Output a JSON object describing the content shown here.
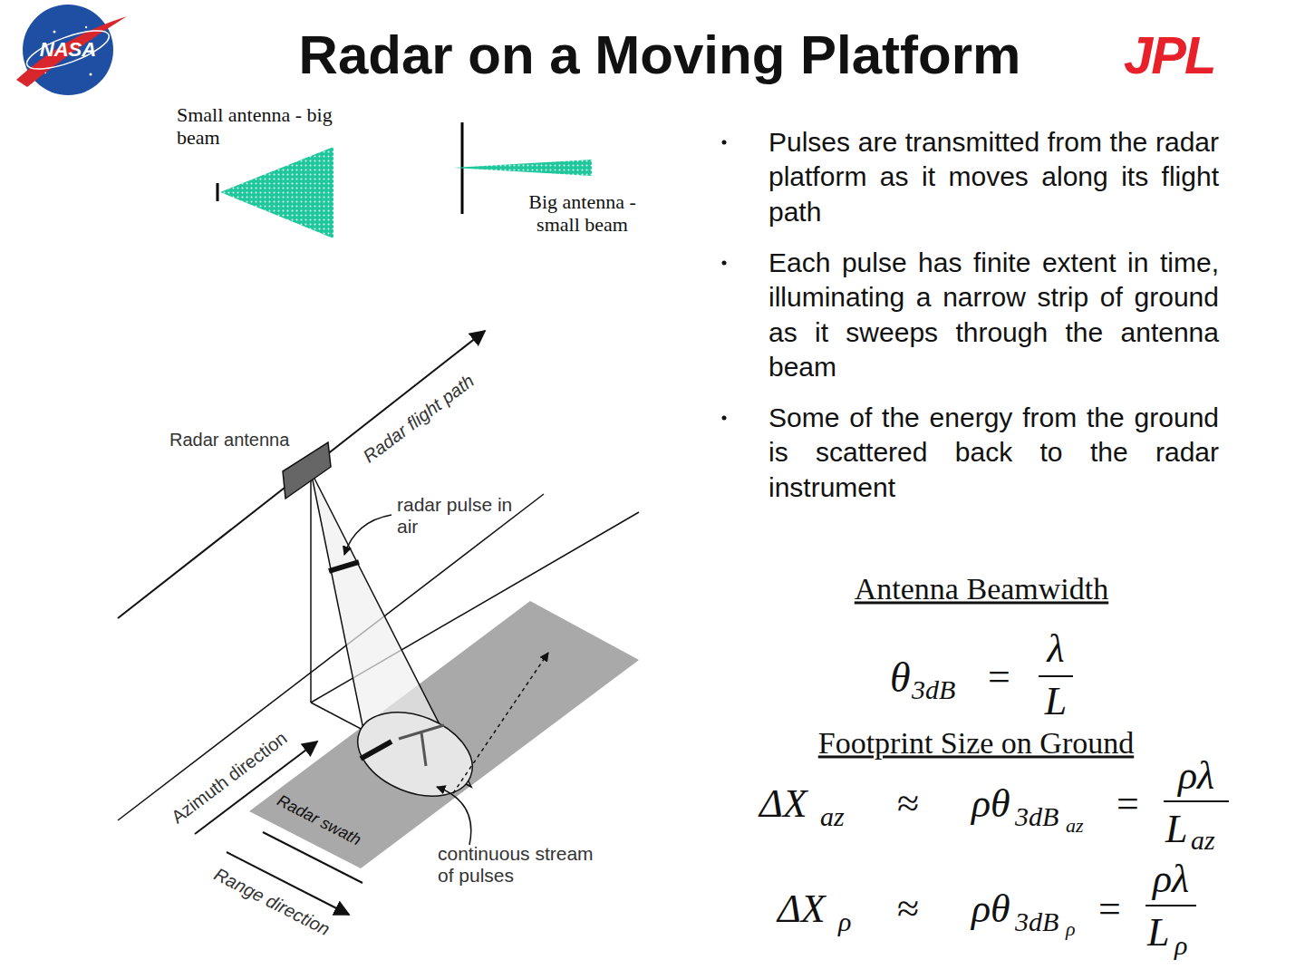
{
  "diagram": {
    "title": "Radar on a Moving Platform",
    "labels": [
      "NASA",
      "JPL",
      "Small antenna - big beam",
      "Big antenna -small beam",
      "Radar antenna",
      "Radar flight path",
      "radar pulse in air",
      "Azimuth direction",
      "Radar swath",
      "Range direction",
      "continuous stream of pulses",
      "Pulses are transmitted from the radar platform as it moves along its flight path",
      "Each pulse has finite extent in time, illuminating a narrow strip of ground as it sweeps through the antenna beam",
      "Some of the energy from the ground is scattered back to the radar instrument",
      "Antenna Beamwidth",
      "Footprint Size on Ground",
      "θ",
      "3dB",
      "=",
      "λ",
      "L",
      "ΔX",
      "az",
      "≈",
      "ρθ",
      "3dB",
      "az",
      "=",
      "ρλ",
      "L",
      "az",
      "ΔX",
      "ρ",
      "≈",
      "ρθ",
      "3dB",
      "ρ",
      "=",
      "ρλ",
      "L",
      "ρ"
    ]
  }
}
